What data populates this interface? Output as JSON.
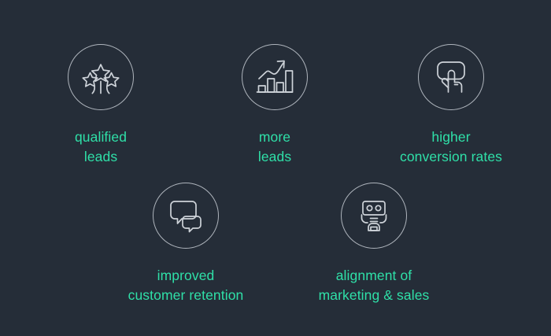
{
  "theme": {
    "background": "#252d38",
    "accent_text": "#2fe0a8",
    "icon_stroke": "#ced3d9",
    "circle_stroke": "#aeb4bc"
  },
  "benefits": [
    {
      "icon": "fireworks-stars-icon",
      "lines": [
        "qualified",
        "leads"
      ]
    },
    {
      "icon": "growth-bar-chart-icon",
      "lines": [
        "more",
        "leads"
      ]
    },
    {
      "icon": "click-hand-cursor-icon",
      "lines": [
        "higher",
        "conversion rates"
      ]
    },
    {
      "icon": "speech-bubbles-icon",
      "lines": [
        "improved",
        "customer retention"
      ]
    },
    {
      "icon": "robot-icon",
      "lines": [
        "alignment of",
        "marketing & sales"
      ]
    }
  ]
}
